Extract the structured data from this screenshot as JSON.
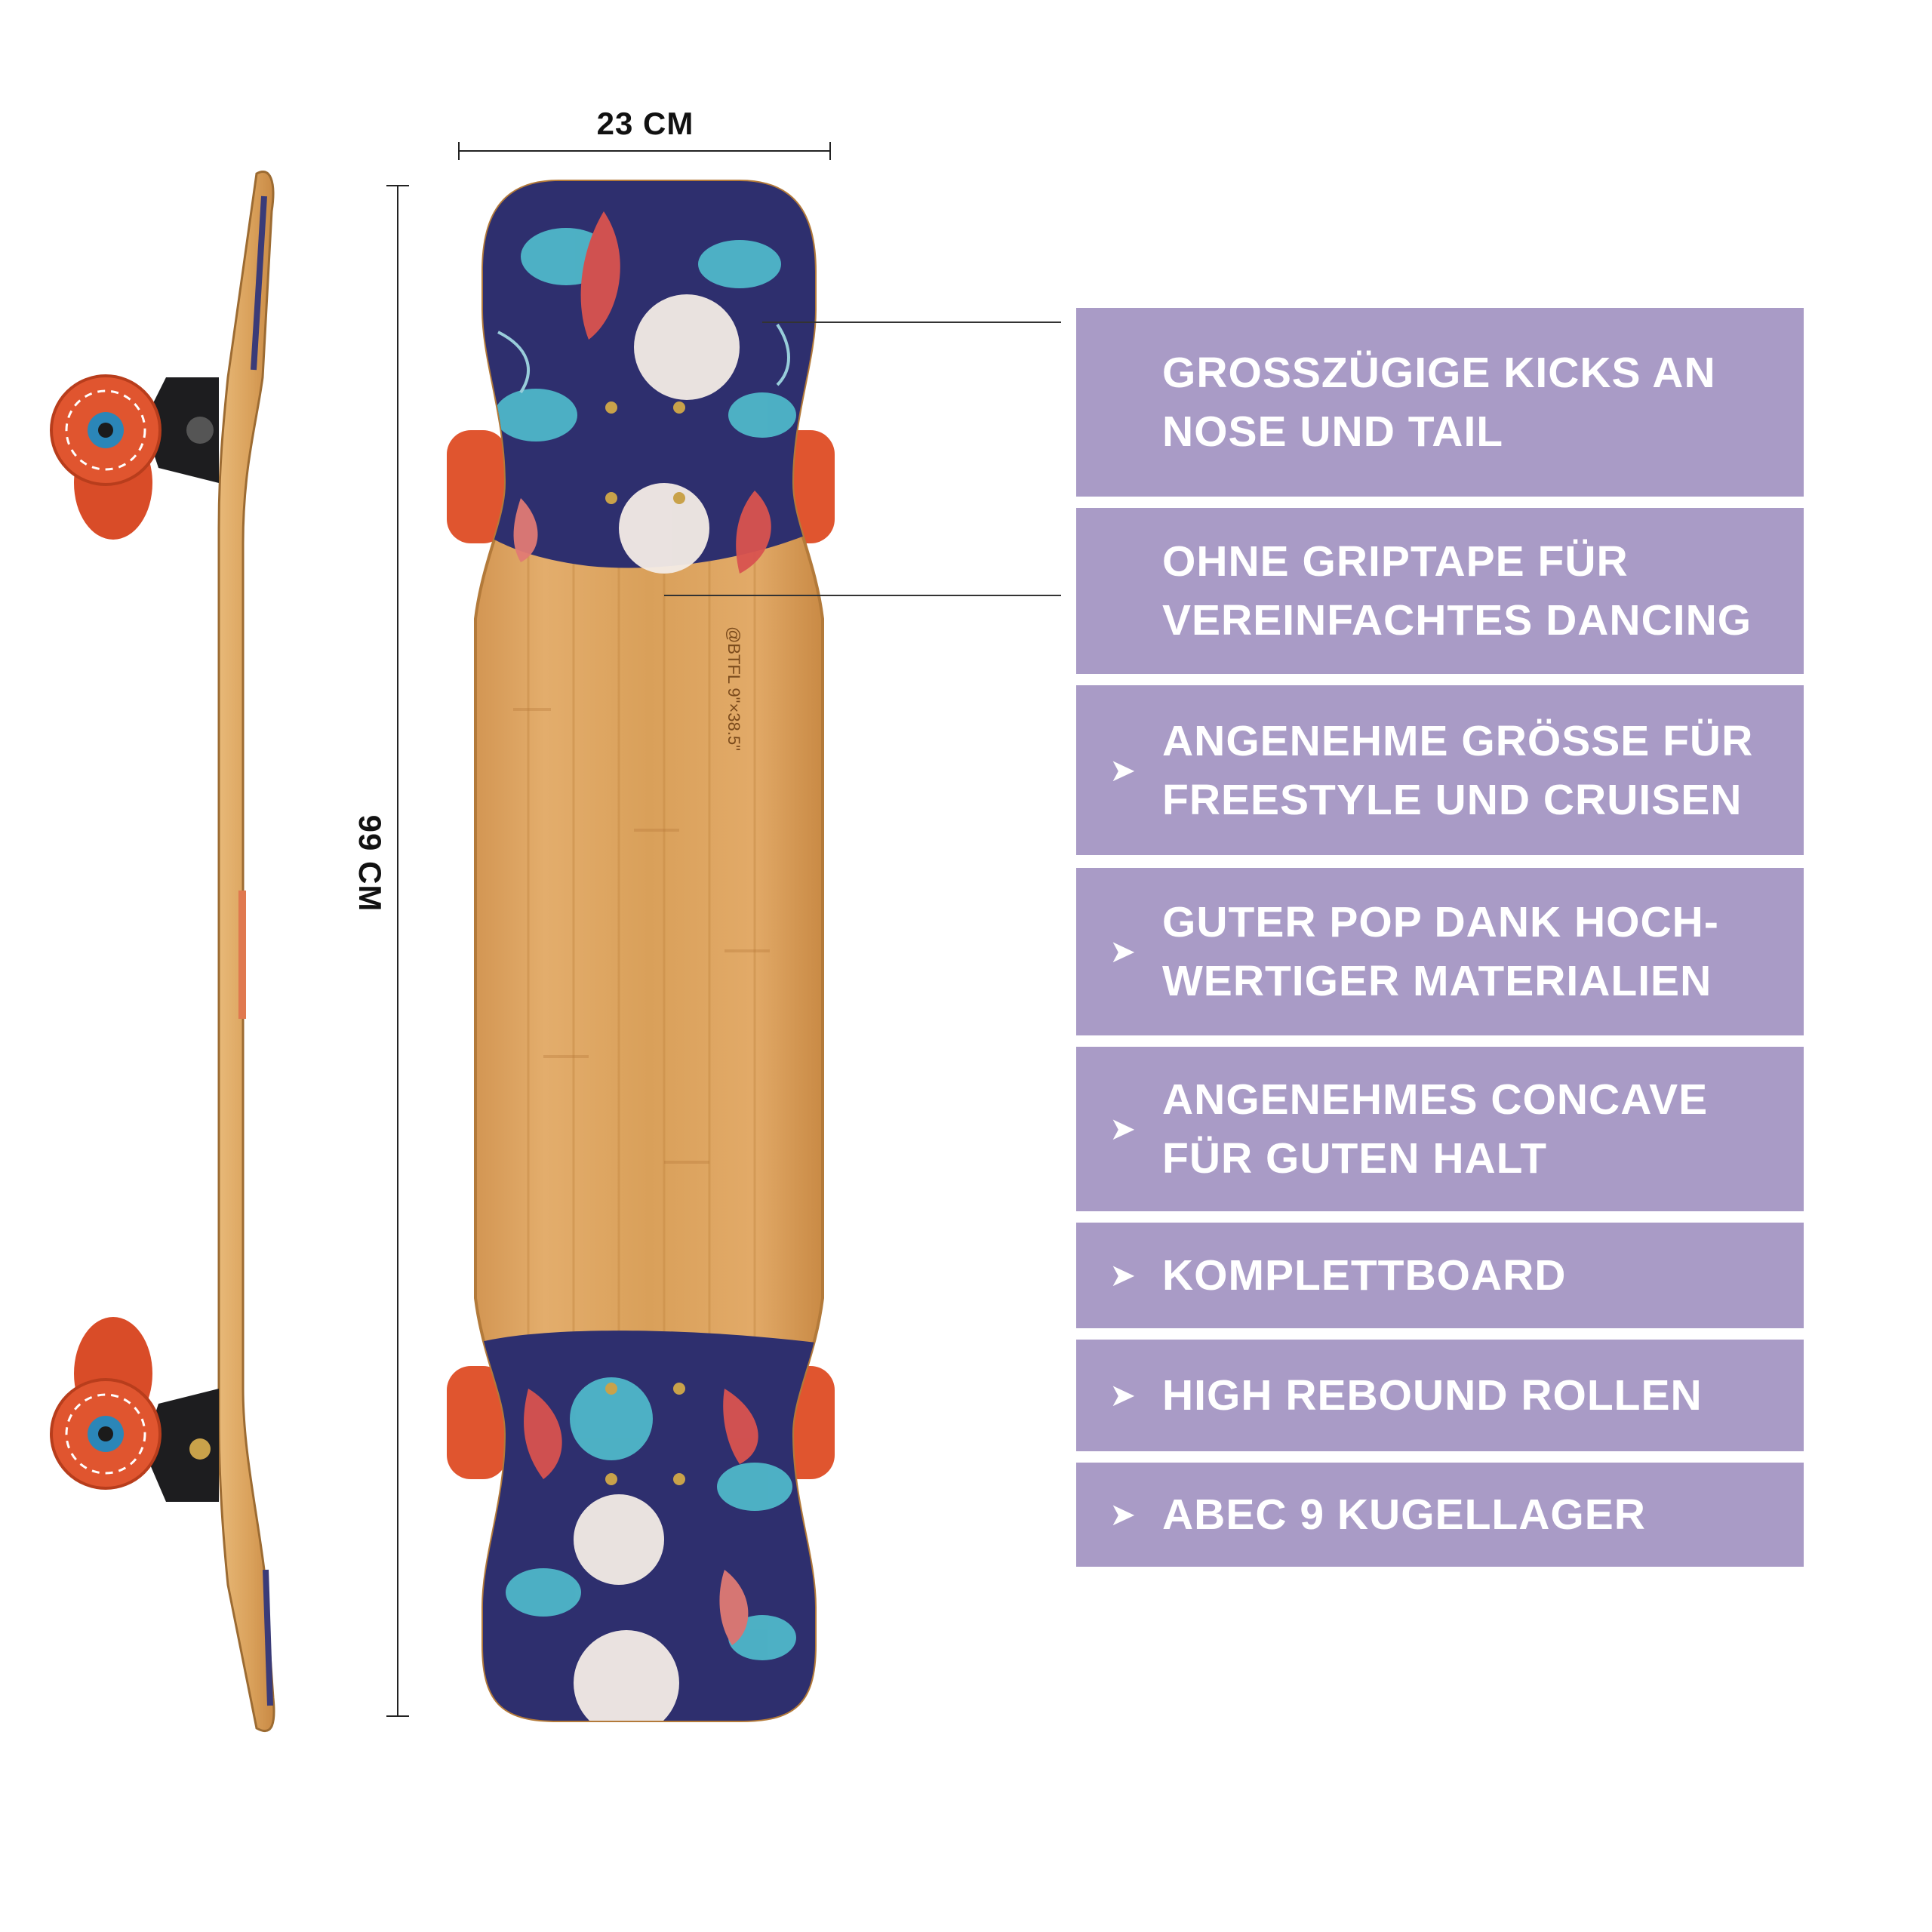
{
  "dimensions": {
    "width_label": "23 CM",
    "length_label": "99 CM"
  },
  "deck": {
    "brand_print": "@BTFL 9\"×38.5\""
  },
  "features": [
    {
      "text": "GROSSZÜGIGE KICKS AN NOSE UND TAIL",
      "bullet": false
    },
    {
      "text": "OHNE GRIPTAPE FÜR VEREINFACHTES DANCING",
      "bullet": false
    },
    {
      "text": "ANGENEHME GRÖSSE FÜR FREESTYLE UND CRUISEN",
      "bullet": true
    },
    {
      "text": "GUTER POP DANK HOCH-WERTIGER MATERIALIEN",
      "bullet": true
    },
    {
      "text": "ANGENEHMES CONCAVE FÜR GUTEN HALT",
      "bullet": true
    },
    {
      "text": "KOMPLETTBOARD",
      "bullet": true
    },
    {
      "text": "HIGH REBOUND ROLLEN",
      "bullet": true
    },
    {
      "text": "ABEC 9 KUGELLAGER",
      "bullet": true
    }
  ],
  "bullet_glyph": "➤",
  "colors": {
    "panel": "#a99bc6",
    "panel_text": "#ffffff",
    "bamboo": "#d9a05a",
    "grip_navy": "#2e2f6e",
    "wheel": "#e0552f"
  }
}
